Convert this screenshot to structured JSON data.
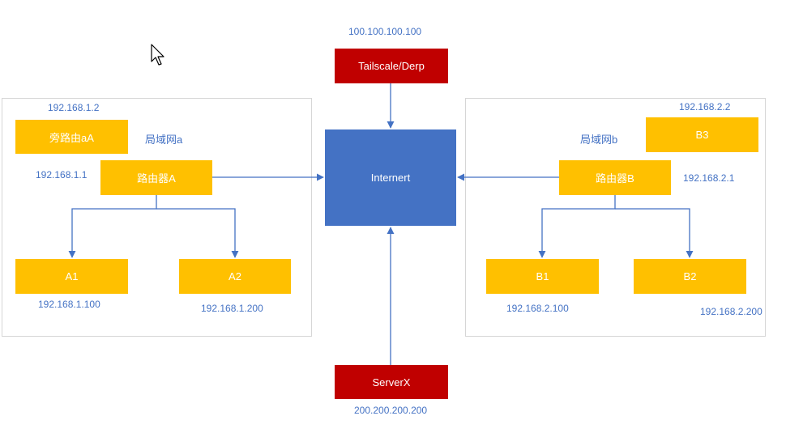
{
  "top_ip": "100.100.100.100",
  "bottom_ip": "200.200.200.200",
  "nodes": {
    "derp": "Tailscale/Derp",
    "internet": "Internert",
    "serverx": "ServerX",
    "bypass_router_a": "旁路由aA",
    "router_a": "路由器A",
    "a1": "A1",
    "a2": "A2",
    "router_b": "路由器B",
    "b1": "B1",
    "b2": "B2",
    "b3": "B3"
  },
  "lan_a": {
    "label": "局域网a",
    "ip_bypass": "192.168.1.2",
    "ip_router": "192.168.1.1",
    "ip_a1": "192.168.1.100",
    "ip_a2": "192.168.1.200"
  },
  "lan_b": {
    "label": "局域网b",
    "ip_b3": "192.168.2.2",
    "ip_router": "192.168.2.1",
    "ip_b1": "192.168.2.100",
    "ip_b2": "192.168.2.200"
  },
  "colors": {
    "node_fill": "#ffc000",
    "server_fill": "#c00000",
    "internet_fill": "#4472c4",
    "connector": "#4472c4"
  }
}
